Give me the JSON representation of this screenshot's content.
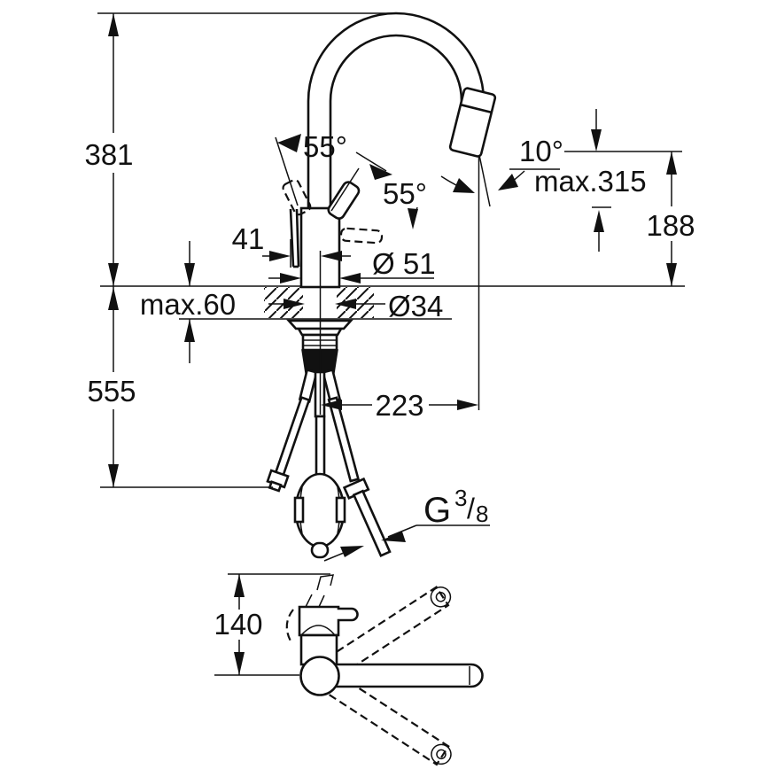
{
  "drawing": {
    "background": "#ffffff",
    "line_color": "#111111",
    "dims": {
      "total_height": "381",
      "hose_drop": "555",
      "deck_thickness": "max.60",
      "handle_offset": "41",
      "base_diameter": "Ø 51",
      "hole_diameter": "Ø34",
      "swivel_angle": "55°",
      "lever_angle": "55°",
      "spray_angle": "10°",
      "max_pullout": "max.315",
      "outlet_height": "188",
      "spray_reach": "223",
      "top_view_height": "140"
    },
    "thread": {
      "g": "G",
      "sup": "3",
      "slash": "/",
      "sub": "8"
    }
  }
}
